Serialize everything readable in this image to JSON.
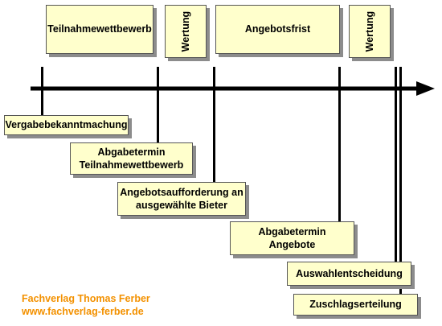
{
  "phases": {
    "teilnahme": "Teilnahmewettbewerb",
    "wertung_1": "Wertung",
    "angebotsfrist": "Angebotsfrist",
    "wertung_2": "Wertung"
  },
  "milestones": {
    "vergabebekanntmachung": "Vergabebekanntmachung",
    "abgabetermin_tw_line1": "Abgabetermin",
    "abgabetermin_tw_line2": "Teilnahmewettbewerb",
    "angebotsaufforderung_line1": "Angebotsaufforderung an",
    "angebotsaufforderung_line2": "ausgewählte Bieter",
    "abgabetermin_angebote_line1": "Abgabetermin",
    "abgabetermin_angebote_line2": "Angebote",
    "auswahlentscheidung": "Auswahlentscheidung",
    "zuschlagserteilung": "Zuschlagserteilung"
  },
  "footer": {
    "publisher": "Fachverlag Thomas Ferber",
    "website": "www.fachverlag-ferber.de"
  },
  "colors": {
    "box_fill": "#ffffcc",
    "shadow": "#8c8c8c",
    "footer_text": "#f39100"
  }
}
